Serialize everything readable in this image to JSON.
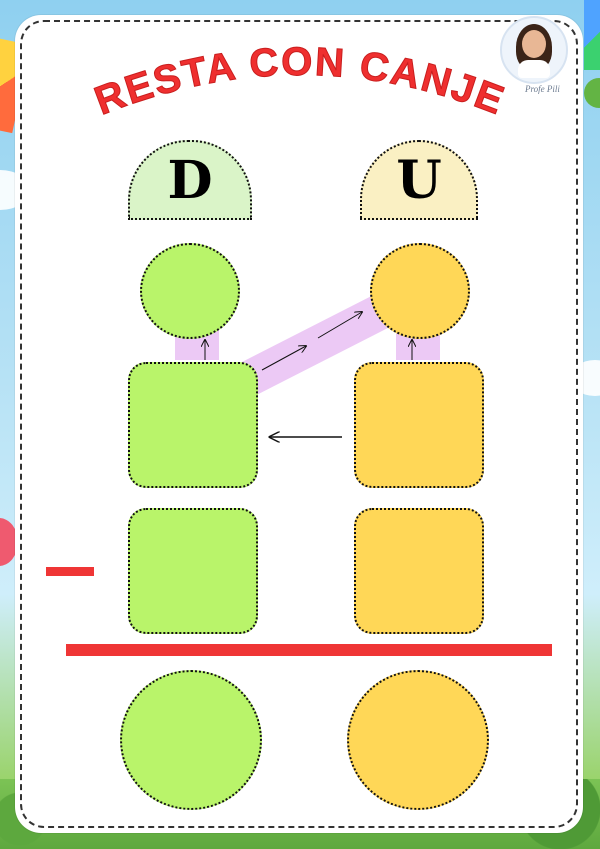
{
  "page": {
    "title": "RESTA CON CANJE",
    "author_label": "Profe Pili",
    "columns": [
      {
        "label": "D",
        "color": "#b9f46a"
      },
      {
        "label": "U",
        "color": "#ffd757"
      }
    ],
    "operation_sign": "−",
    "accent": "#ef3535",
    "transfer_band_color": "#ecc9f5"
  }
}
